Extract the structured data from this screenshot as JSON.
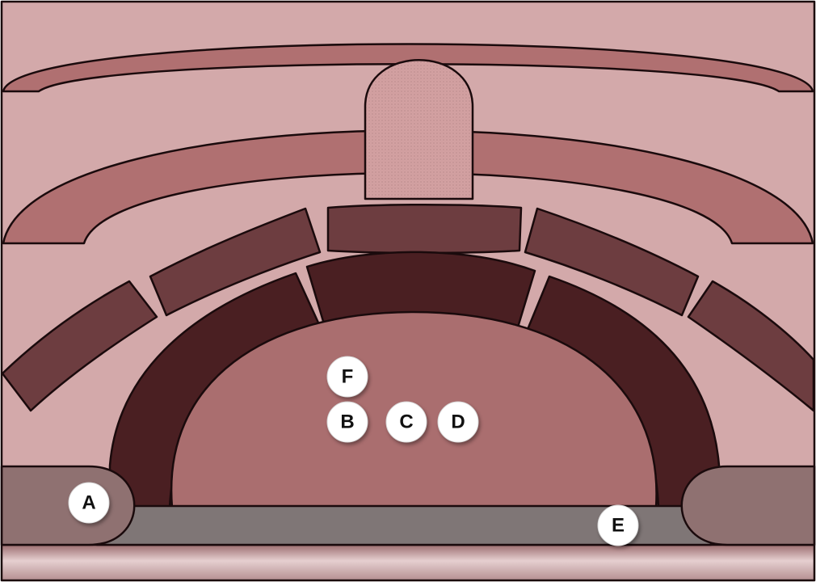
{
  "colors": {
    "background": "#d3a9aa",
    "outer_band": "#b07071",
    "voussoir_outer": "#6d3d40",
    "voussoir_inner": "#4a1f22",
    "opening": "#aa6e6f",
    "keystone": "#d3a0a1",
    "side_block": "#8f7171",
    "base_bar": "#7f7676",
    "stroke": "#1a0a0c",
    "marker_fill": "#ffffff"
  },
  "markers": [
    {
      "id": "A",
      "label": "A"
    },
    {
      "id": "B",
      "label": "B"
    },
    {
      "id": "C",
      "label": "C"
    },
    {
      "id": "D",
      "label": "D"
    },
    {
      "id": "E",
      "label": "E"
    },
    {
      "id": "F",
      "label": "F"
    }
  ]
}
